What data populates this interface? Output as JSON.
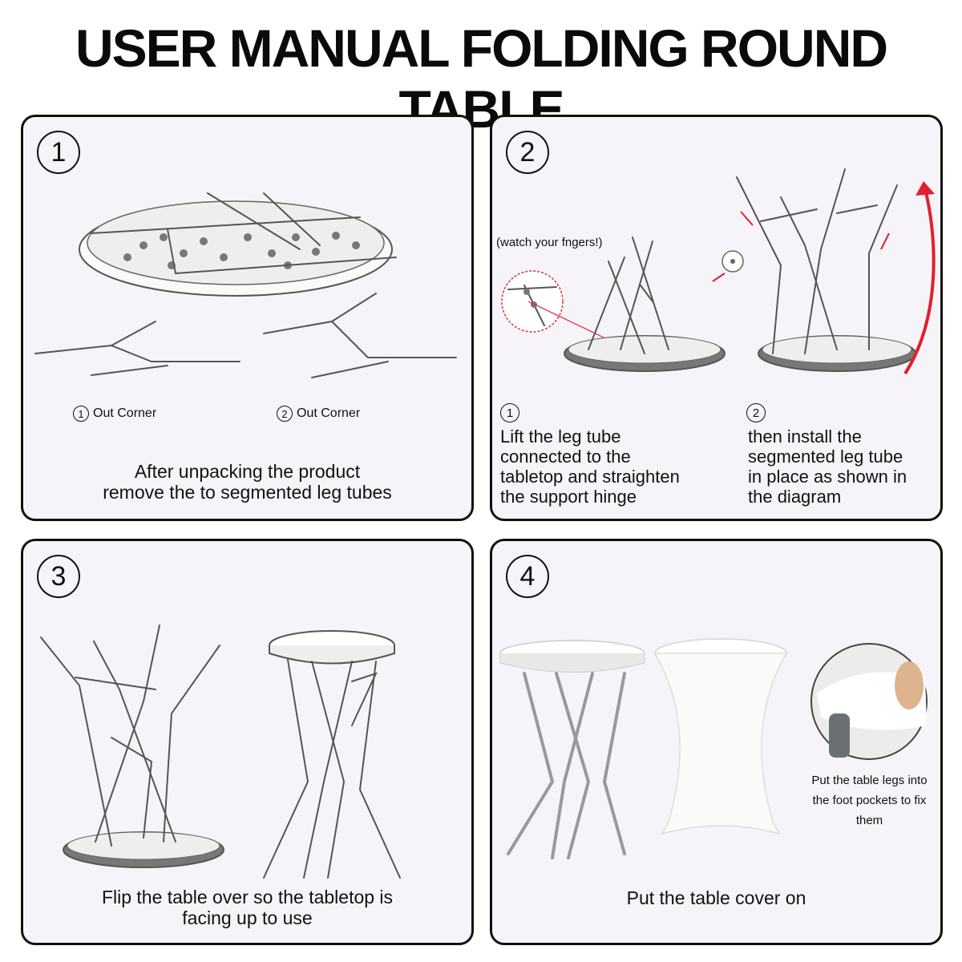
{
  "title": "USER MANUAL FOLDING ROUND TABLE",
  "colors": {
    "accent": "#e0202e",
    "panel_bg": "#f6f4f8",
    "border": "#111111"
  },
  "steps": [
    {
      "number": "1",
      "labels": [
        {
          "num": "1",
          "text": "Out Corner"
        },
        {
          "num": "2",
          "text": "Out Corner"
        }
      ],
      "caption_line1": "After unpacking the product",
      "caption_line2": "remove the to segmented leg tubes"
    },
    {
      "number": "2",
      "note": "(watch your fngers!)",
      "sub": [
        {
          "num": "1",
          "lines": [
            "Lift the leg tube",
            "connected to the",
            "tabletop and straighten",
            "the support hinge"
          ]
        },
        {
          "num": "2",
          "lines": [
            "then install the",
            "segmented leg tube",
            "in place as shown in",
            "the diagram"
          ]
        }
      ]
    },
    {
      "number": "3",
      "caption_line1": "Flip the table over so the tabletop is",
      "caption_line2": "facing up to use"
    },
    {
      "number": "4",
      "pocket_lines": [
        "Put the table legs into",
        "the foot pockets to fix",
        "them"
      ],
      "caption_line1": "Put the table cover on"
    }
  ]
}
